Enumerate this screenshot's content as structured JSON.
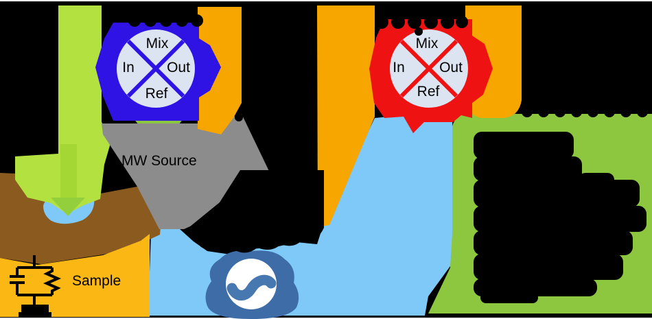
{
  "diagram": {
    "title_hint": "microwave-interferometry-setup",
    "mixer_left": {
      "top": "Mix",
      "left": "In",
      "right": "Out",
      "bottom": "Ref"
    },
    "mixer_right": {
      "top": "Mix",
      "left": "In",
      "right": "Out",
      "bottom": "Ref"
    },
    "mw_source_label": "MW Source",
    "sample_label": "Sample",
    "colors": {
      "background": "#000000",
      "lime_arrow": "#B3E13F",
      "lime_arrow_shaft": "#A4D734",
      "green_accent": "#8CC63F",
      "green_panel": "#8DC63F",
      "blue_mixer": "#2F12E4",
      "red_mixer": "#EF1212",
      "mixer_face": "#DCE3F1",
      "orange_band": "#F7A600",
      "amber_sample": "#FBB713",
      "gray_source": "#8C8C8C",
      "brown_path": "#8A5A1E",
      "sky_path": "#7EC9F8",
      "logo_navy": "#3D6CA6",
      "logo_wave": "#4878B0",
      "logo_disc": "#FFFFFF",
      "ink": "#000000",
      "edge_line": "#FFFFFF"
    }
  }
}
